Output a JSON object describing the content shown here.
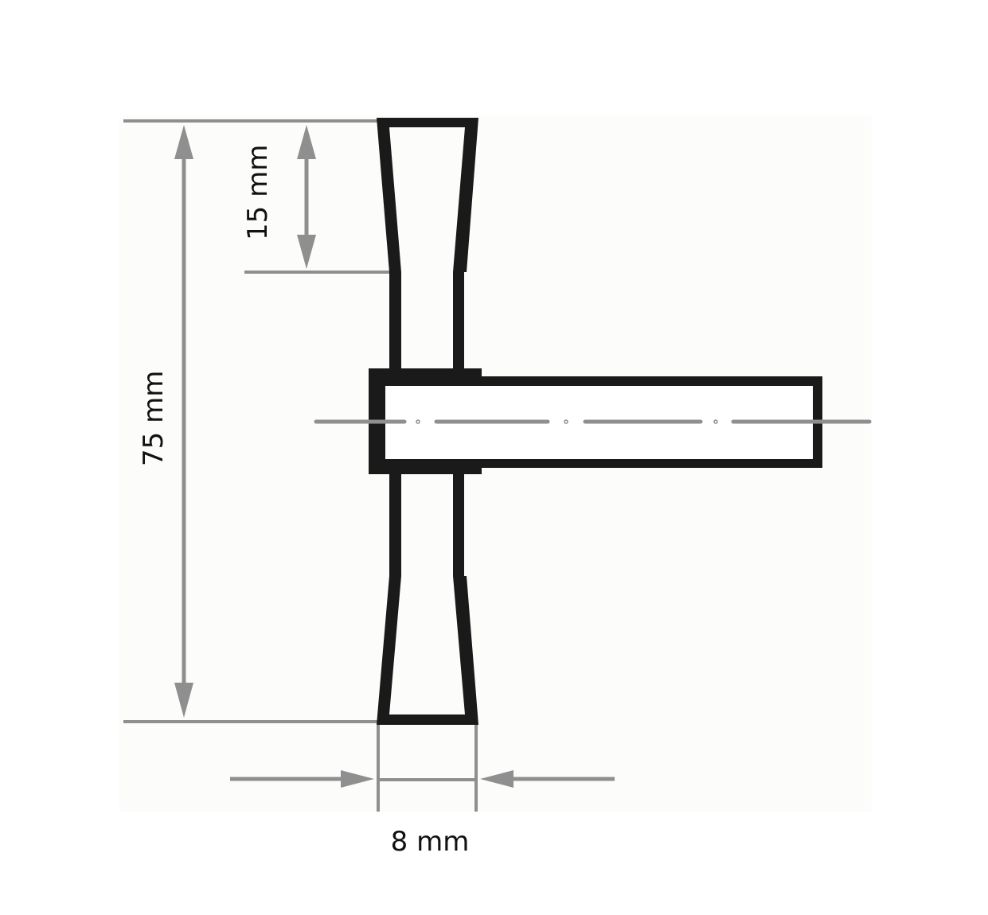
{
  "drawing": {
    "subject": "wheel-brush-with-shaft",
    "colors": {
      "outline": "#1a1a1a",
      "dimension": "#8f8f8f",
      "background": "#ffffff",
      "panel": "#fcfcfb",
      "text": "#111111"
    }
  },
  "dimensions": {
    "overall_diameter": {
      "label": "75 mm",
      "orientation": "vertical"
    },
    "trim_length": {
      "label": "15 mm",
      "orientation": "vertical"
    },
    "face_width": {
      "label": "8 mm",
      "orientation": "horizontal"
    }
  }
}
